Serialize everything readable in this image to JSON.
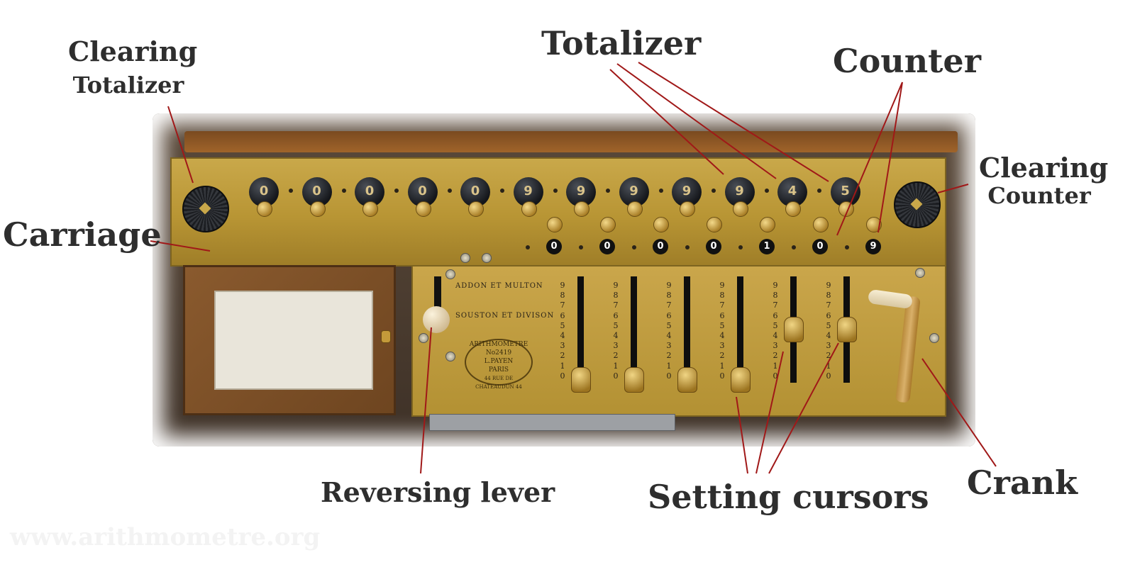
{
  "labels": {
    "clearing_totalizer_1": "Clearing",
    "clearing_totalizer_2": "Totalizer",
    "totalizer": "Totalizer",
    "counter": "Counter",
    "clearing_counter_1": "Clearing",
    "clearing_counter_2": "Counter",
    "carriage": "Carriage",
    "reversing_lever": "Reversing lever",
    "setting_cursors": "Setting cursors",
    "crank": "Crank"
  },
  "totalizer_digits": [
    "0",
    "0",
    "0",
    "0",
    "0",
    "9",
    "9",
    "9",
    "9",
    "9",
    "4",
    "5"
  ],
  "counter_digits": [
    "0",
    "0",
    "0",
    "0",
    "1",
    "0",
    "9"
  ],
  "plate_text": {
    "addition": "ADDON ET MULTON",
    "subtraction": "SOUSTON ET DIVISON"
  },
  "stamp": {
    "line1": "ARITHMOMETRE",
    "line2": "No2419",
    "line3": "L.PAYEN",
    "line4": "PARIS",
    "line5": "44 RUE DE CHATEAUDUN 44"
  },
  "scale_digits": "9 8 7 6 5 4 3 2 1 0",
  "cursor_levels": [
    0,
    0,
    0,
    0,
    5,
    5
  ],
  "watermark": "www.arithmometre.org",
  "colors": {
    "brass": "#c2a040",
    "leader_line": "#a01818",
    "label_text": "#2e2e2e"
  }
}
